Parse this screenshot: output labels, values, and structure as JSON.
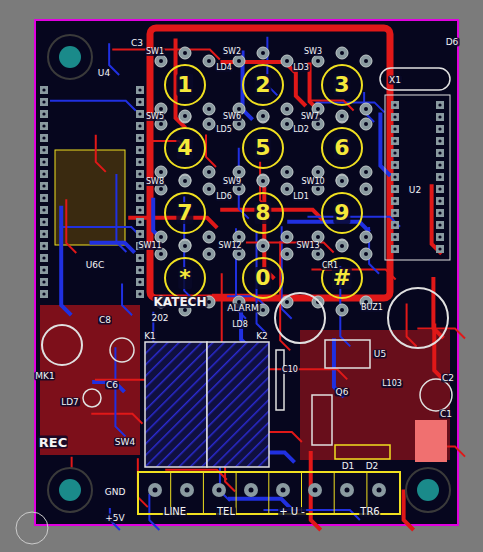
{
  "diagram": {
    "labels": [
      "C3",
      "U4",
      "SW1",
      "SW2",
      "SW3",
      "LD4",
      "LD3",
      "1",
      "2",
      "3",
      "SW5",
      "SW6",
      "SW7",
      "LD5",
      "LD2",
      "4",
      "5",
      "6",
      "SW8",
      "SW9",
      "SW10",
      "LD6",
      "LD1",
      "7",
      "8",
      "9",
      "SW11",
      "SW12",
      "SW13",
      "*",
      "0",
      "#",
      "CR1",
      "KATECH",
      "202",
      "ALARM",
      "LD8",
      "BUZ1",
      "K1",
      "K2",
      "C8",
      "MK1",
      "C6",
      "LD7",
      "REC",
      "SW4",
      "GND",
      "+5V",
      "LINE",
      "TEL",
      "+ U -",
      "TR6",
      "C10",
      "U5",
      "L103",
      "C2",
      "C1",
      "Q6",
      "D1",
      "D2",
      "X1",
      "U2",
      "U6C",
      "D6"
    ]
  }
}
